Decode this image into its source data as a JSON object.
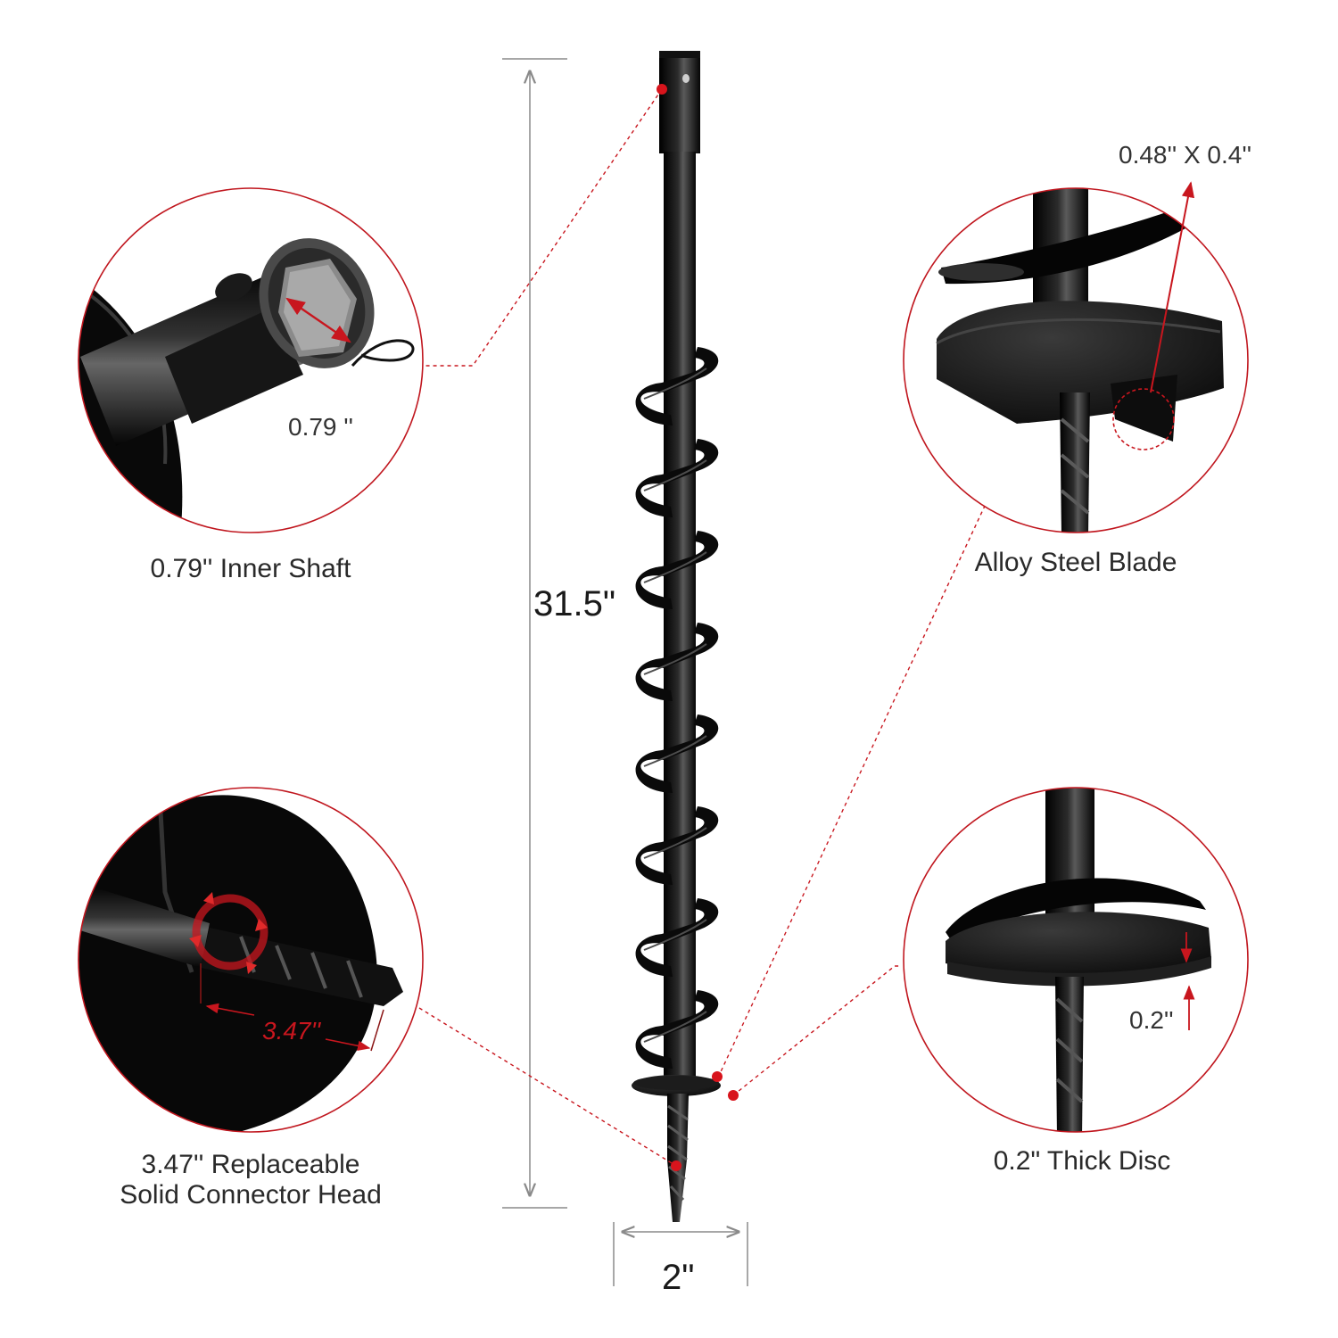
{
  "dimensions": {
    "length": "31.5\"",
    "width": "2\""
  },
  "callouts": {
    "inner_shaft": {
      "caption": "0.79'' Inner Shaft",
      "measure": "0.79 ''"
    },
    "alloy_blade": {
      "caption": "Alloy Steel Blade",
      "measure": "0.48'' X 0.4''"
    },
    "connector_head": {
      "caption_line1": "3.47'' Replaceable",
      "caption_line2": "Solid Connector Head",
      "measure": "3.47''"
    },
    "thick_disc": {
      "caption": "0.2\" Thick Disc",
      "measure": "0.2''"
    }
  },
  "colors": {
    "accent": "#c8161e",
    "metal": "#0d0d0d",
    "guide": "#8a8a8a"
  }
}
